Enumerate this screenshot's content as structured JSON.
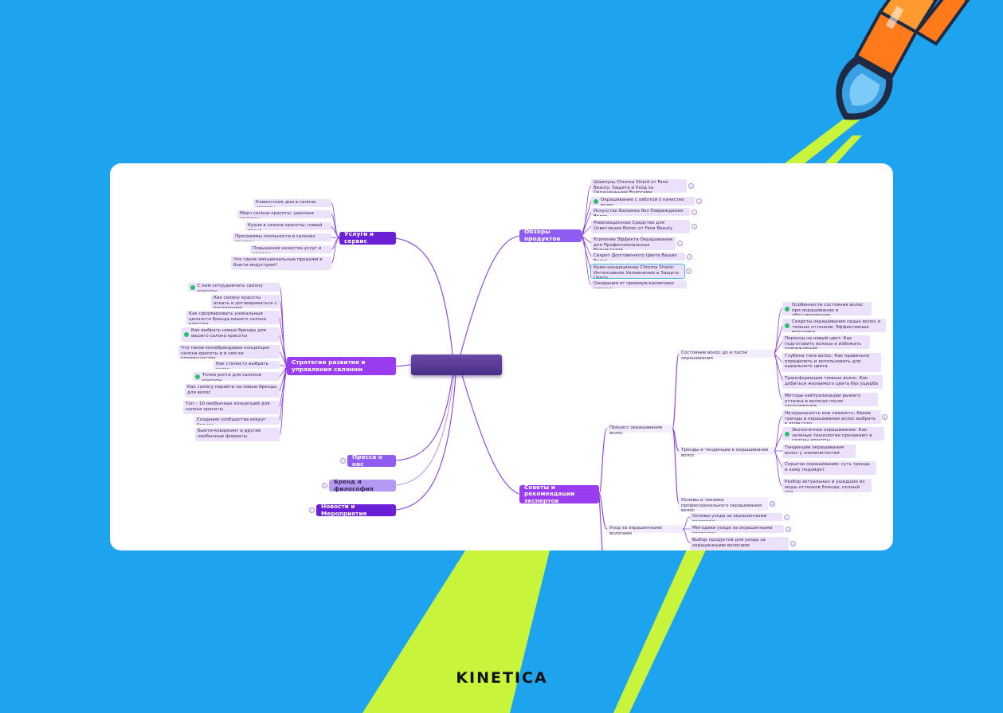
{
  "brand": "KINETICA",
  "colors": {
    "background": "#1ea4ef",
    "beam": "#c8f43c",
    "branch_dark": "#6b1fd6",
    "branch_mid": "#9a3cf0",
    "leaf": "#ece1fb",
    "line": "#8a3ce6"
  },
  "mindmap": {
    "services": {
      "title": "Услуги и сервис",
      "items": [
        "Клиентские дни в салоне красоты",
        "Мерч салона красоты: удачные примеры",
        "Кухня в салоне красоты: новый тренд",
        "Программы лояльности в салонах красоты",
        "Повышение качества услуг и продаж",
        "Что такое эмоциональные продажи в бьюти-индустрии?"
      ]
    },
    "strategies": {
      "title": "Стратегии развития и управления салоном",
      "items": [
        "С кем сотрудничать салону красоты",
        "Как салону красоты искать и договариваться с партнерами",
        "Как сформировать уникальные ценности бренда вашего салона красоты",
        "Как выбрать новые бренды для вашего салона красоты",
        "Что такое монобрендовая концепция салона красоты и в чем ее преимущества",
        "Как стилисту выбрать салон",
        "Точки роста для салонов красоты",
        "Как салону перейти на новые бренды для волос",
        "Топ – 10 необычных концепций для салона красоты",
        "Создание сообщества вокруг бренда",
        "Бьюти-коворкинг и другие необычные форматы"
      ]
    },
    "press": {
      "title": "Пресса о нас",
      "count": "1"
    },
    "brand_phil": {
      "title": "Бренд и философия",
      "count": "1"
    },
    "news": {
      "title": "Новости и Мероприятия",
      "count": "2"
    },
    "reviews": {
      "title": "Обзоры продуктов",
      "items": [
        "Шампунь Chroma Shield от Fane Beauty: Защита и Уход за Окрашенными Волосами",
        "Окрашивание с заботой о качестве волос",
        "Искусство Балаяжа без Повреждения Волос",
        "Революционное Средство для Осветления Волос от Fane Beauty",
        "Усиление Эффекта Окрашивания для Профессиональных Результатов",
        "Секрет Долговечного Цвета Ваших Волос",
        "Крем-кондиционер Chroma Shield: Интенсивное Увлажнение и Защита Цвета",
        "Ожидания от премиум-косметики сегодня"
      ],
      "counts": [
        "1",
        "1",
        "1",
        "1",
        "1",
        "1",
        "1"
      ]
    },
    "advice": {
      "title": "Советы и рекомендации экспертов",
      "process": "Процесс окрашивания волос",
      "state_title": "Состояние волос до и после окрашивания",
      "state_items": [
        "Особенности состояния волос при окрашивании и обесцвечивании",
        "Секреты окрашивания седых волос и темных оттенков: Эффективные методики",
        "Переход на новый цвет: Как подготовить волосы и избежать повреждений",
        "Глубина тона волос: Как правильно определить и использовать для идеального цвета",
        "Трансформация темных волос: Как добиться желаемого цвета без ущерба",
        "Методы нейтрализации рыжего оттенка в волосах после окрашивания"
      ],
      "trends_title": "Тренды и тенденции в окрашивании волос",
      "trends_items": [
        "Натуральность или смелость: Какие тренды в окрашивании волос выбрать в этом году",
        "Экологичное окрашивание: Как зеленые технологии проникают в салоны красоты",
        "Тенденции окрашивания волос у знаменитостей",
        "Скрытое окрашивание: суть тренда и кому подойдет",
        "Разбор актуальных и ушедших из моды оттенков блонда: полный гид"
      ],
      "trends_count": "4",
      "basics": "Основы и техники профессионального окрашивания волос",
      "basics_count": "10",
      "care_title": "Уход за окрашенными волосами",
      "care_items": [
        "Основы ухода за окрашенными волосами",
        "Методики ухода за окрашенными волосами",
        "Выбор продуктов для ухода за окрашенными волосами"
      ],
      "care_counts": [
        "2",
        "1",
        "3"
      ]
    }
  }
}
